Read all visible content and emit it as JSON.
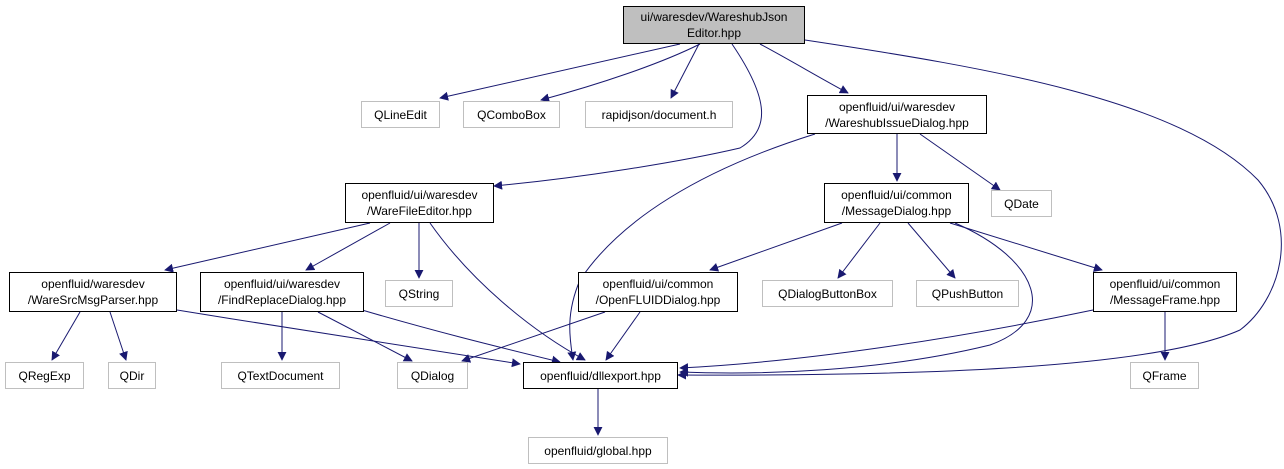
{
  "diagram": {
    "edge_color": "#191970",
    "nodes": [
      {
        "id": "root",
        "lines": [
          "ui/waresdev/WareshubJson",
          "Editor.hpp"
        ],
        "style": "root"
      },
      {
        "id": "qlineedit",
        "lines": [
          "QLineEdit"
        ],
        "style": "ext"
      },
      {
        "id": "qcombobox",
        "lines": [
          "QComboBox"
        ],
        "style": "ext"
      },
      {
        "id": "rapidjson",
        "lines": [
          "rapidjson/document.h"
        ],
        "style": "ext"
      },
      {
        "id": "issuedialog",
        "lines": [
          "openfluid/ui/waresdev",
          "/WareshubIssueDialog.hpp"
        ],
        "style": "int"
      },
      {
        "id": "warefileeditor",
        "lines": [
          "openfluid/ui/waresdev",
          "/WareFileEditor.hpp"
        ],
        "style": "int"
      },
      {
        "id": "messagedialog",
        "lines": [
          "openfluid/ui/common",
          "/MessageDialog.hpp"
        ],
        "style": "int"
      },
      {
        "id": "qdate",
        "lines": [
          "QDate"
        ],
        "style": "ext"
      },
      {
        "id": "waresrcmsgparser",
        "lines": [
          "openfluid/waresdev",
          "/WareSrcMsgParser.hpp"
        ],
        "style": "int"
      },
      {
        "id": "findreplacedialog",
        "lines": [
          "openfluid/ui/waresdev",
          "/FindReplaceDialog.hpp"
        ],
        "style": "int"
      },
      {
        "id": "qstring",
        "lines": [
          "QString"
        ],
        "style": "ext"
      },
      {
        "id": "openfluiddialog",
        "lines": [
          "openfluid/ui/common",
          "/OpenFLUIDDialog.hpp"
        ],
        "style": "int"
      },
      {
        "id": "qdialogbuttonbox",
        "lines": [
          "QDialogButtonBox"
        ],
        "style": "ext"
      },
      {
        "id": "qpushbutton",
        "lines": [
          "QPushButton"
        ],
        "style": "ext"
      },
      {
        "id": "messageframe",
        "lines": [
          "openfluid/ui/common",
          "/MessageFrame.hpp"
        ],
        "style": "int"
      },
      {
        "id": "qregexp",
        "lines": [
          "QRegExp"
        ],
        "style": "ext"
      },
      {
        "id": "qdir",
        "lines": [
          "QDir"
        ],
        "style": "ext"
      },
      {
        "id": "qtextdocument",
        "lines": [
          "QTextDocument"
        ],
        "style": "ext"
      },
      {
        "id": "qdialog",
        "lines": [
          "QDialog"
        ],
        "style": "ext"
      },
      {
        "id": "dllexport",
        "lines": [
          "openfluid/dllexport.hpp"
        ],
        "style": "int"
      },
      {
        "id": "qframe",
        "lines": [
          "QFrame"
        ],
        "style": "ext"
      },
      {
        "id": "global",
        "lines": [
          "openfluid/global.hpp"
        ],
        "style": "ext"
      }
    ]
  }
}
